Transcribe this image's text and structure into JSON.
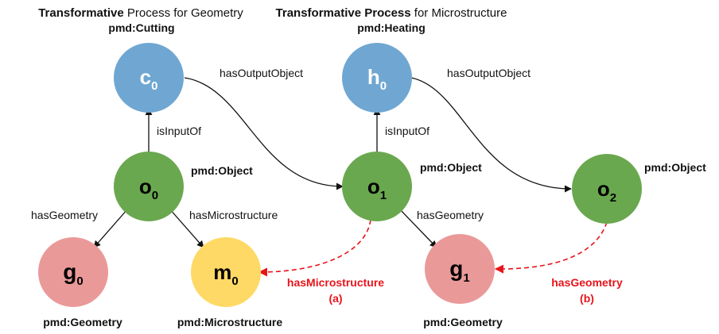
{
  "titles": {
    "left": {
      "bold": "Transformative",
      "rest": " Process for Geometry",
      "class": "pmd:Cutting"
    },
    "right": {
      "bold": "Transformative Process",
      "rest": " for Microstructure",
      "class": "pmd:Heating"
    }
  },
  "nodes": {
    "c0": {
      "main": "c",
      "sub": "0",
      "fill": "#6fa7d2"
    },
    "h0": {
      "main": "h",
      "sub": "0",
      "fill": "#6fa7d2"
    },
    "o0": {
      "main": "o",
      "sub": "0",
      "fill": "#6aa84f"
    },
    "o1": {
      "main": "o",
      "sub": "1",
      "fill": "#6aa84f"
    },
    "o2": {
      "main": "o",
      "sub": "2",
      "fill": "#6aa84f"
    },
    "g0": {
      "main": "g",
      "sub": "0",
      "fill": "#ea9999"
    },
    "m0": {
      "main": "m",
      "sub": "0",
      "fill": "#ffd966"
    },
    "g1": {
      "main": "g",
      "sub": "1",
      "fill": "#ea9999"
    }
  },
  "class_labels": {
    "o0": "pmd:Object",
    "o1": "pmd:Object",
    "o2": "pmd:Object",
    "g0": "pmd:Geometry",
    "m0": "pmd:Microstructure",
    "g1": "pmd:Geometry"
  },
  "edge_labels": {
    "c0_o1": "hasOutputObject",
    "h0_o2": "hasOutputObject",
    "o0_c0": "isInputOf",
    "o1_h0": "isInputOf",
    "o0_g0": "hasGeometry",
    "o0_m0": "hasMicrostructure",
    "o1_g1": "hasGeometry"
  },
  "inferred_labels": {
    "a": {
      "relation": "hasMicrostructure",
      "tag": "(a)"
    },
    "b": {
      "relation": "hasGeometry",
      "tag": "(b)"
    }
  },
  "colors": {
    "inferred": "#e8141b",
    "edge": "#111111"
  }
}
